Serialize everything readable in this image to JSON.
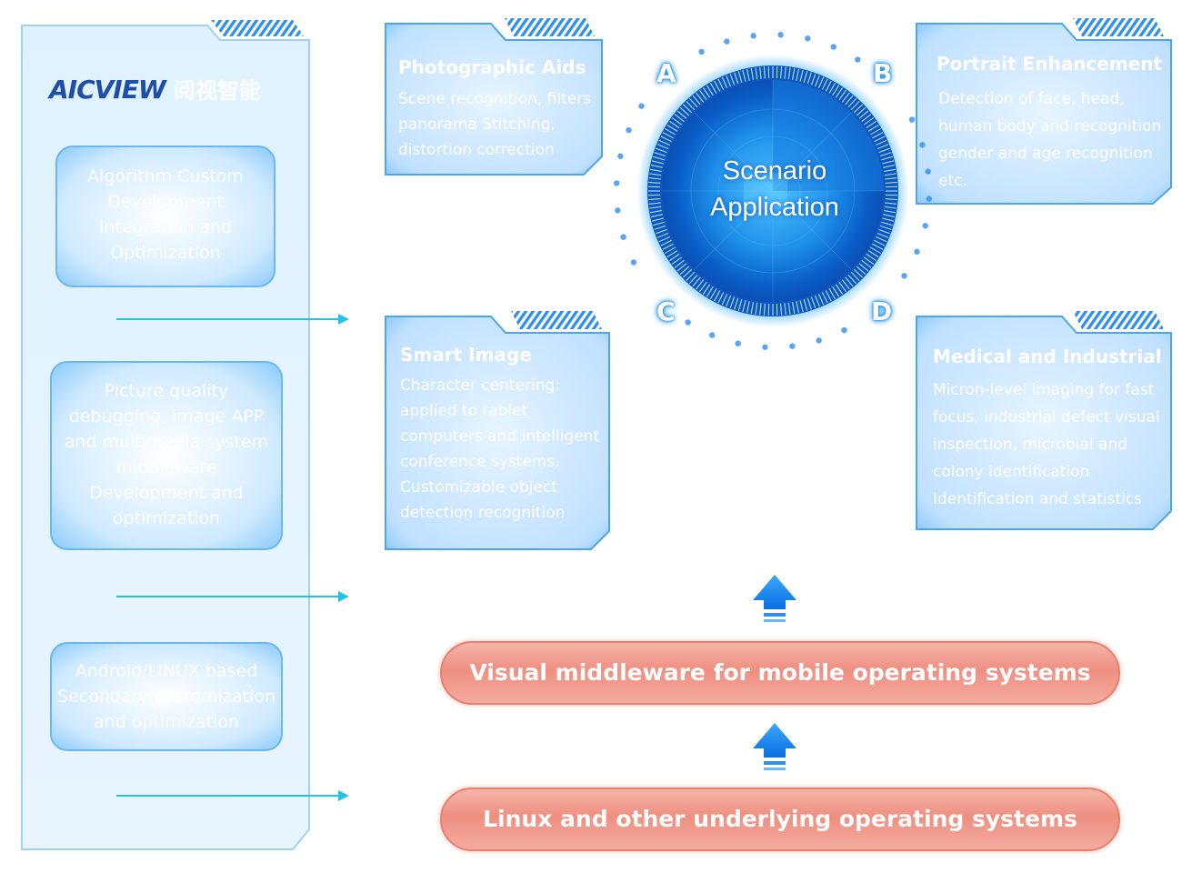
{
  "brand": {
    "logo_text": "AICVIEW",
    "logo_cn": "阅视智能"
  },
  "sidebar": {
    "boxes": [
      {
        "text": "Algorithm Custom Development Integration and Optimization"
      },
      {
        "text": "Picture quality debugging, image APP and multimedia system middleware Development and optimization"
      },
      {
        "text": "Android/LINUX based Secondary customization and optimization"
      }
    ]
  },
  "center": {
    "line1": "Scenario",
    "line2": "Application"
  },
  "letters": {
    "a": "A",
    "b": "B",
    "c": "C",
    "d": "D"
  },
  "cards": {
    "a": {
      "title": "Photographic Aids",
      "body": "Scene recognition, filters panorama Stitching, distortion correction"
    },
    "b": {
      "title": "Portrait Enhancement",
      "body": "Detection of face, head, human body and recognition gender and age recognition etc."
    },
    "c": {
      "title": "Smart Image",
      "body": "Character centering: applied to tablet computers and intelligent conference systems. Customizable object detection recognition"
    },
    "d": {
      "title": "Medical and Industrial",
      "body": "Micron-level imaging for fast focus, industrial defect visual inspection, microbial and colony identification Identification and statistics"
    }
  },
  "layers": {
    "middleware": "Visual middleware for mobile operating systems",
    "os": "Linux and other underlying operating systems"
  },
  "colors": {
    "accent_blue": "#2f8ff0",
    "panel_blue": "#bfe3ff",
    "pill_red": "#ee8f81",
    "cyan_arrow": "#22c3e6"
  }
}
